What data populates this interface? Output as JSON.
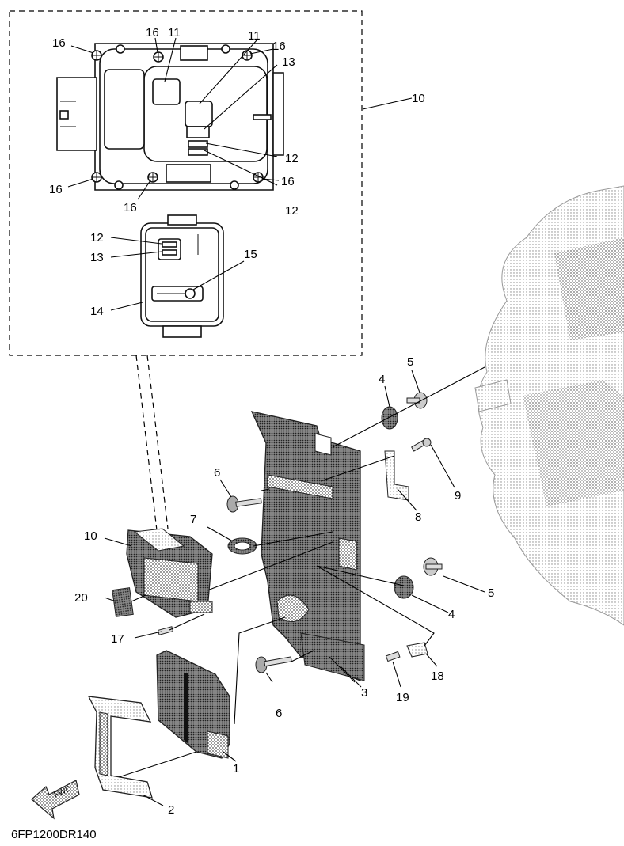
{
  "diagram_code": "6FP1200DR140",
  "callouts": {
    "c1": "1",
    "c2": "2",
    "c3": "3",
    "c4a": "4",
    "c4b": "4",
    "c5a": "5",
    "c5b": "5",
    "c6a": "6",
    "c6b": "6",
    "c7": "7",
    "c8": "8",
    "c9": "9",
    "c10a": "10",
    "c10b": "10",
    "c11a": "11",
    "c11b": "11",
    "c12a": "12",
    "c12b": "12",
    "c12c": "12",
    "c13a": "13",
    "c13b": "13",
    "c14": "14",
    "c15": "15",
    "c16a": "16",
    "c16b": "16",
    "c16c": "16",
    "c16d": "16",
    "c16e": "16",
    "c16f": "16",
    "c17": "17",
    "c18": "18",
    "c19": "19",
    "c20": "20"
  },
  "icons": {
    "fwd_arrow": "fwd-arrow-icon",
    "dither": "halftone-pattern"
  }
}
